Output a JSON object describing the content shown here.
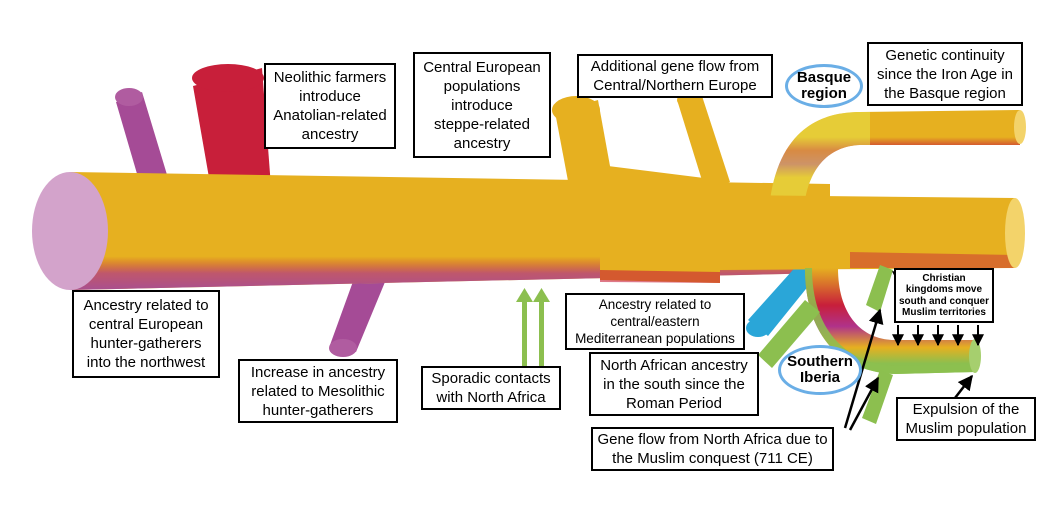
{
  "colors": {
    "hunter_gatherer": "#a54b96",
    "neolithic": "#c81f3a",
    "steppe": "#e6b020",
    "north_africa_light": "#8cbf4f",
    "mediterranean_blue": "#2aa6d8",
    "region_outline": "#6aaee6"
  },
  "labels": {
    "hg_ancestry": "Ancestry related to\ncentral European\nhunter-gatherers\ninto the northwest",
    "neolithic": "Neolithic farmers\nintroduce\nAnatolian-related\nancestry",
    "mesolithic": "Increase in ancestry\nrelated to Mesolithic\nhunter-gatherers",
    "central_european": "Central European\npopulations\nintroduce\nsteppe-related\nancestry",
    "sporadic": "Sporadic contacts\nwith North Africa",
    "additional_gene_flow": "Additional gene flow from\nCentral/Northern Europe",
    "mediterranean": "Ancestry related to\ncentral/eastern\nMediterranean populations",
    "north_african_roman": "North African ancestry\nin the south since the\nRoman Period",
    "muslim_conquest": "Gene flow from North Africa due to\nthe Muslim conquest (711 CE)",
    "basque_continuity": "Genetic continuity\nsince the Iron Age in\nthe Basque region",
    "christian_kingdoms": "Christian\nkingdoms move\nsouth and conquer\nMuslim territories",
    "expulsion": "Expulsion of the\nMuslim population"
  },
  "regions": {
    "basque": "Basque\nregion",
    "southern_iberia": "Southern\nIberia"
  }
}
